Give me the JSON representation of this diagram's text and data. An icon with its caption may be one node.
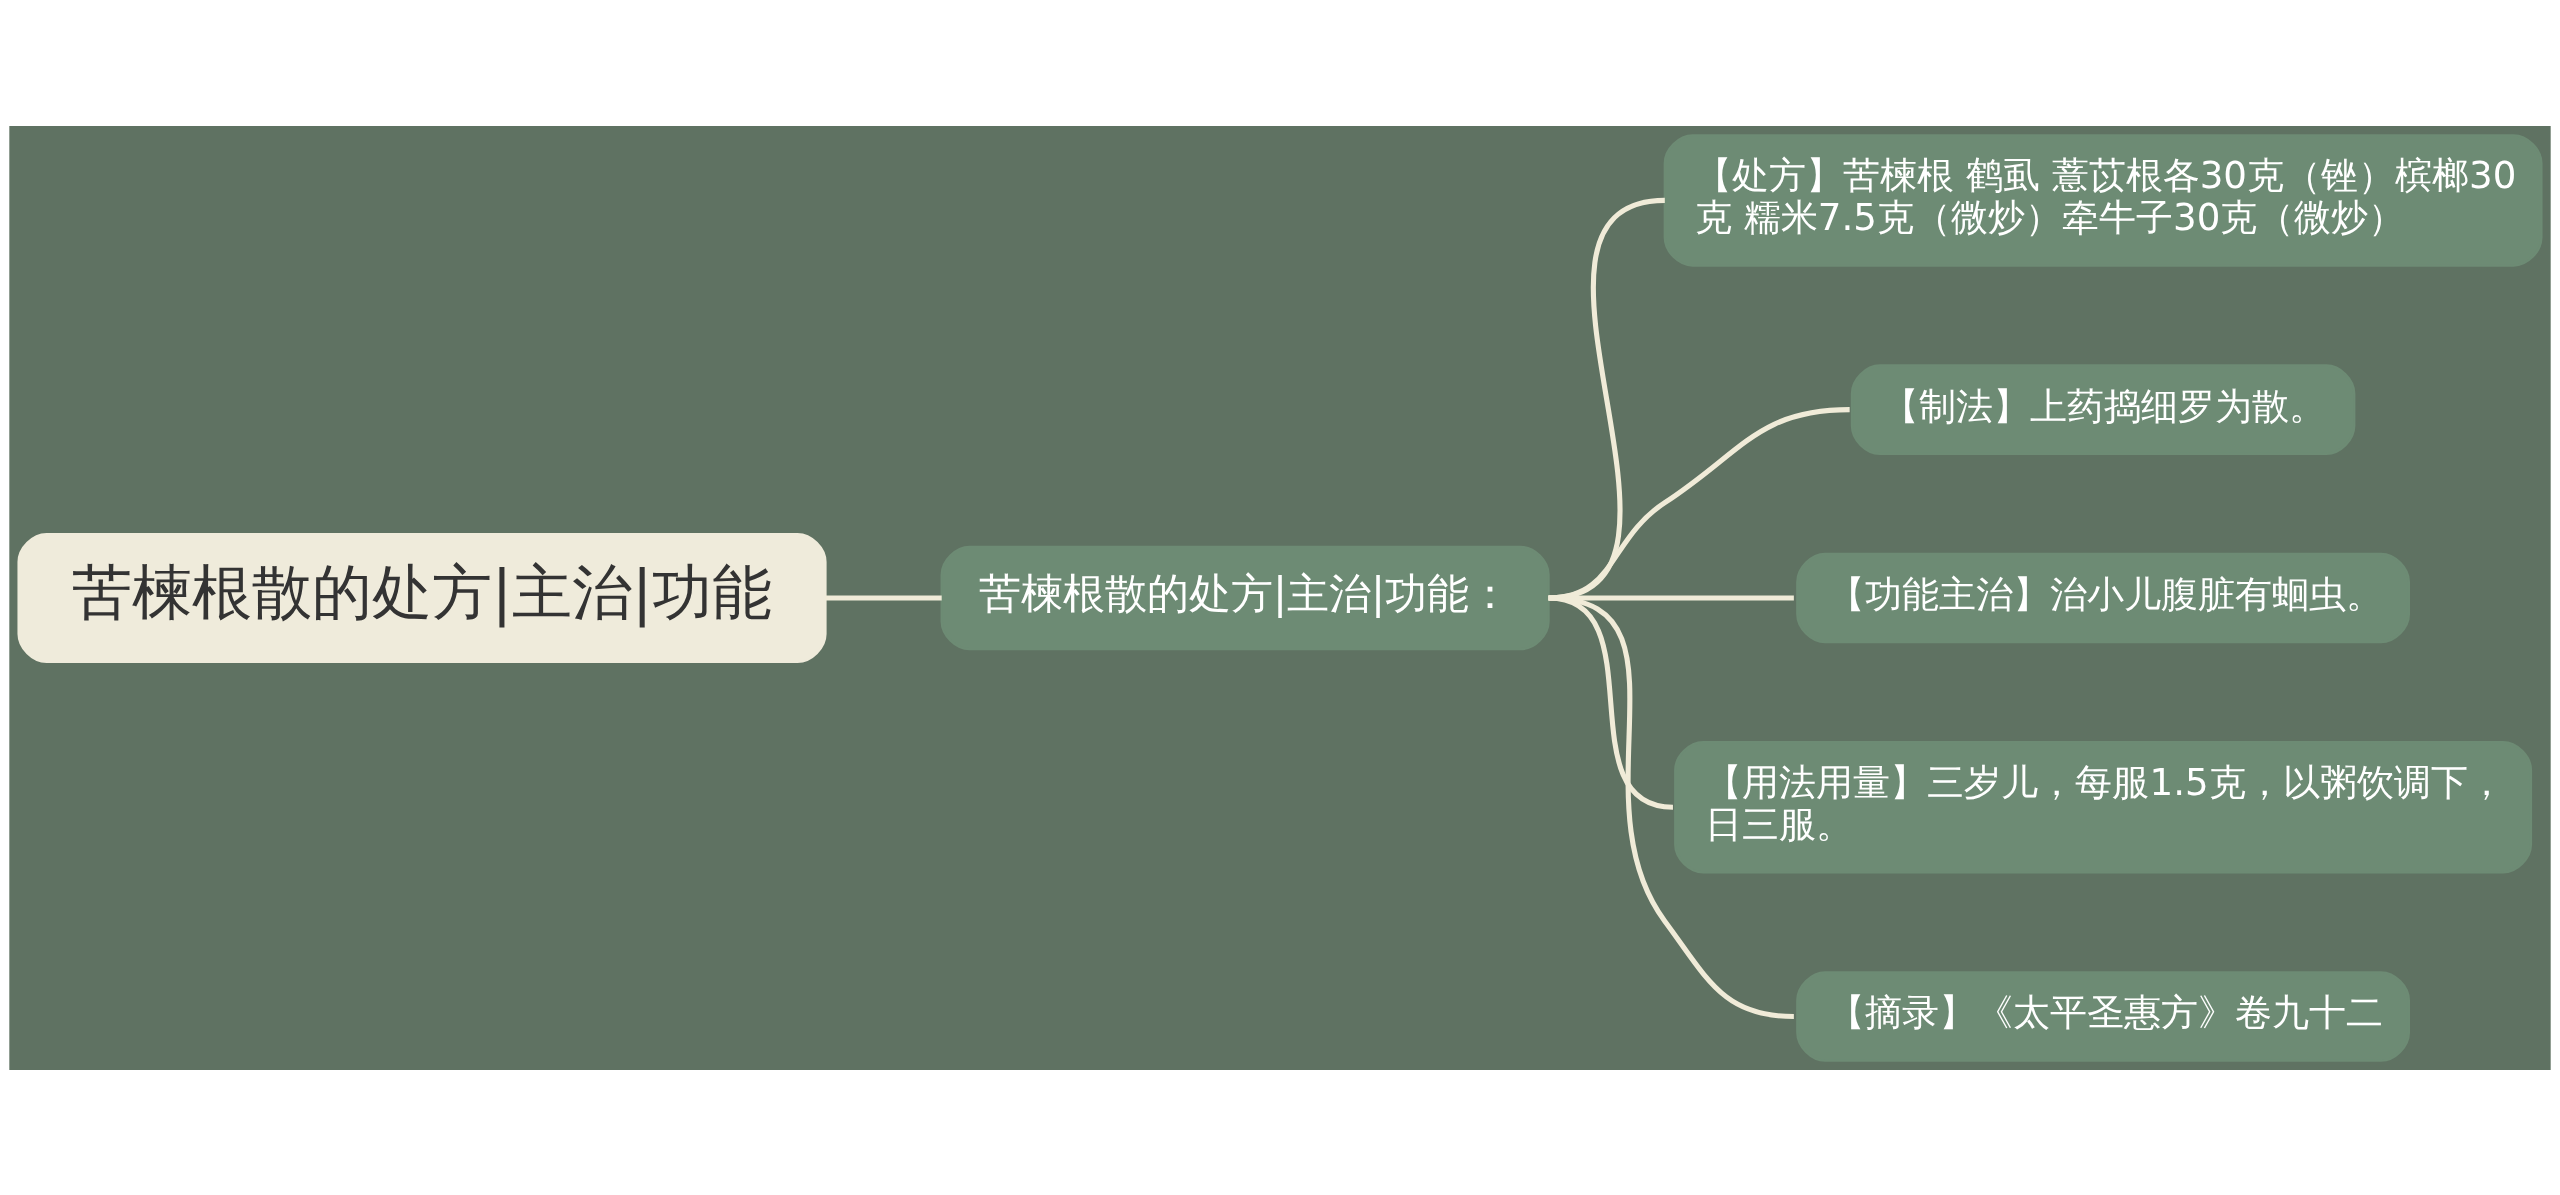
{
  "diagram": {
    "nodes": [
      {
        "text": [
          "苦楝根散的处方|主治|功能"
        ]
      },
      {
        "text": [
          "苦楝根散的处方|主治|功能："
        ]
      },
      {
        "text": [
          "【处方】苦楝根 鹤虱 薏苡根各30克（锉）槟榔30克 糯米7.5克（微炒）牵牛子30克（微炒）"
        ]
      },
      {
        "text": [
          "【制法】上药捣细罗为散。"
        ]
      },
      {
        "text": [
          "【功能主治】治小儿腹脏有蛔虫。"
        ]
      },
      {
        "text": [
          "【用法用量】三岁儿，每服1.5克，以粥饮调下，日三服。"
        ]
      },
      {
        "text": [
          "【摘录】《太平圣惠方》卷九十二"
        ]
      }
    ],
    "edges": [
      {
        "from": 0,
        "to": 1,
        "arrow": "none"
      },
      {
        "from": 1,
        "to": 2,
        "arrow": "none"
      },
      {
        "from": 1,
        "to": 3,
        "arrow": "none"
      },
      {
        "from": 1,
        "to": 4,
        "arrow": "none"
      },
      {
        "from": 1,
        "to": 5,
        "arrow": "none"
      },
      {
        "from": 1,
        "to": 6,
        "arrow": "none"
      }
    ]
  }
}
